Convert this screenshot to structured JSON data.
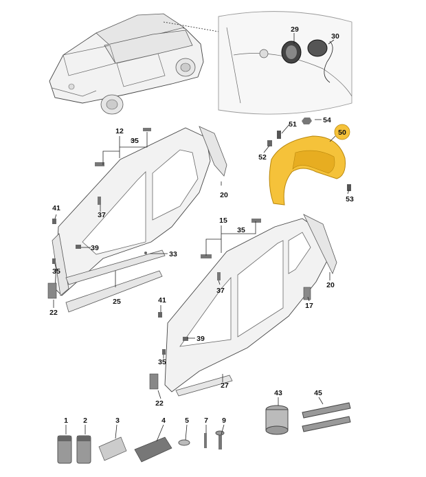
{
  "callouts": {
    "c1": "1",
    "c2": "2",
    "c3": "3",
    "c4": "4",
    "c5": "5",
    "c7": "7",
    "c9": "9",
    "c12": "12",
    "c15": "15",
    "c17": "17",
    "c20a": "20",
    "c20b": "20",
    "c22a": "22",
    "c22b": "22",
    "c25": "25",
    "c27": "27",
    "c29": "29",
    "c30": "30",
    "c33": "33",
    "c35a": "35",
    "c35b": "35",
    "c35c": "35",
    "c35d": "35",
    "c37a": "37",
    "c37b": "37",
    "c39a": "39",
    "c39b": "39",
    "c41a": "41",
    "c41b": "41",
    "c43": "43",
    "c45": "45",
    "c50": "50",
    "c51": "51",
    "c52": "52",
    "c53": "53",
    "c54": "54"
  },
  "colors": {
    "highlight": "#f5c23a",
    "highlight_dark": "#b8860b",
    "line": "#222222"
  }
}
